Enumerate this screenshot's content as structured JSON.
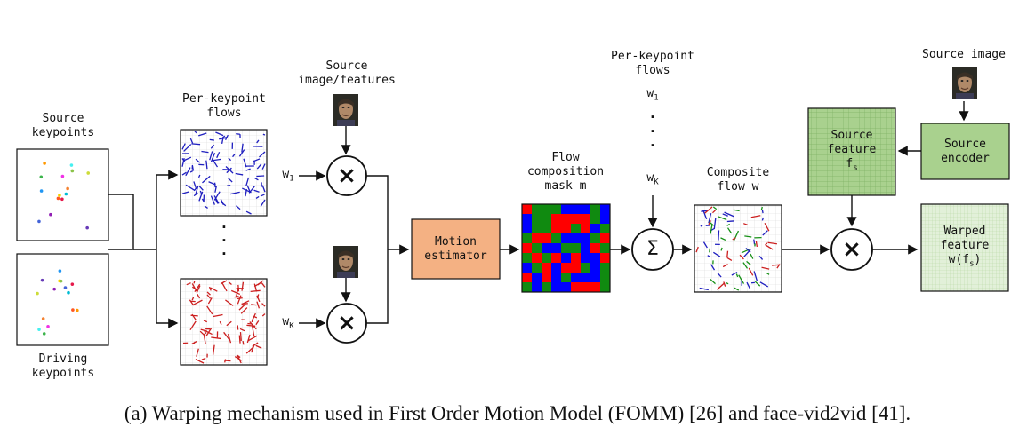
{
  "labels": {
    "source_keypoints": [
      "Source",
      "keypoints"
    ],
    "driving_keypoints": [
      "Driving",
      "keypoints"
    ],
    "per_keypoint_flows_left": [
      "Per-keypoint",
      "flows"
    ],
    "source_image_features": [
      "Source",
      "image/features"
    ],
    "w1": "w",
    "w1_sub": "1",
    "wk": "w",
    "wk_sub": "K",
    "vdots_left": "·\n·\n·",
    "motion_estimator": [
      "Motion",
      "estimator"
    ],
    "flow_composition_mask": [
      "Flow",
      "composition",
      "mask m"
    ],
    "per_keypoint_flows_right": [
      "Per-keypoint",
      "flows"
    ],
    "w1_right": "w",
    "w1_right_sub": "1",
    "vdots_right": "·\n·\n·",
    "wk_right": "w",
    "wk_right_sub": "K",
    "composite_flow": [
      "Composite",
      "flow w"
    ],
    "source_image": "Source image",
    "source_encoder": [
      "Source",
      "encoder"
    ],
    "source_feature": [
      "Source",
      "feature",
      "f"
    ],
    "source_feature_sub": "s",
    "warped_feature": [
      "Warped",
      "feature",
      "w(f",
      ")"
    ],
    "warped_feature_sub": "s",
    "multiply_symbol": "×",
    "sum_symbol": "Σ"
  },
  "caption": "(a) Warping mechanism used in First Order Motion Model (FOMM) [26] and face-vid2vid [41].",
  "colors": {
    "motion_estimator_fill": "#f4b183",
    "source_feature_fill": "#a9d18e",
    "source_encoder_fill": "#a9d18e",
    "warped_feature_fill": "#e2f0d9",
    "flow_blue": "#1f1fbf",
    "flow_red": "#cc1f1f",
    "mask_red": "#ff0000",
    "mask_blue": "#0000ff",
    "mask_green": "#108a10"
  }
}
